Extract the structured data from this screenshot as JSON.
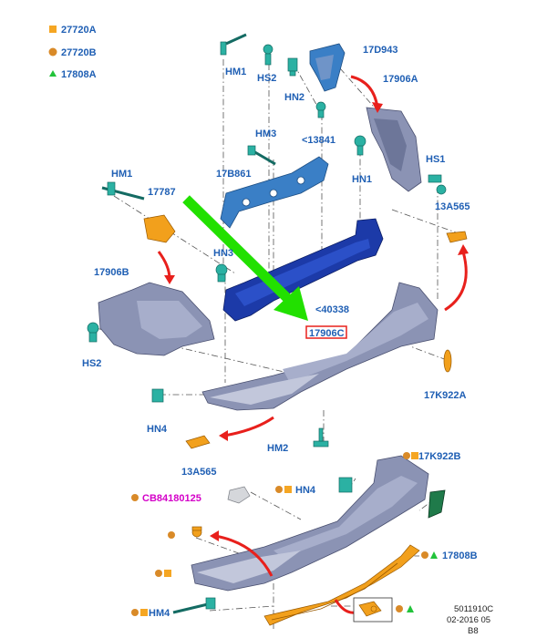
{
  "legend": [
    {
      "code": "27720A",
      "shape": "square",
      "color": "#f5a623"
    },
    {
      "code": "27720B",
      "shape": "circle",
      "color": "#d98a28"
    },
    {
      "code": "17808A",
      "shape": "triangle",
      "color": "#22c33a"
    }
  ],
  "labels": {
    "hm1_top": "HM1",
    "hs2_top": "HS2",
    "hn2": "HN2",
    "p17d943": "17D943",
    "p17906a": "17906A",
    "p13841": "<13841",
    "hm3": "HM3",
    "hn1": "HN1",
    "hs1": "HS1",
    "hm1_left": "HM1",
    "p17787": "17787",
    "p17b861": "17B861",
    "p13a565_right": "13A565",
    "hn3": "HN3",
    "p17906b": "17906B",
    "p40338": "<40338",
    "p17906c": "17906C",
    "hs2_left": "HS2",
    "p17k922a": "17K922A",
    "hn4_mid": "HN4",
    "hm2": "HM2",
    "p13a565_left": "13A565",
    "p17k922b": "17K922B",
    "cb84180125": "CB84180125",
    "hn4_lower": "HN4",
    "p17808b": "17808B",
    "hm4": "HM4"
  },
  "footer": {
    "line1": "5011910C",
    "line2": "02-2016 05",
    "line3": "B8"
  },
  "colors": {
    "label_blue": "#1f5fb4",
    "highlight_red": "#e8201c",
    "pointer_green": "#22e000",
    "magenta": "#d400c8"
  }
}
